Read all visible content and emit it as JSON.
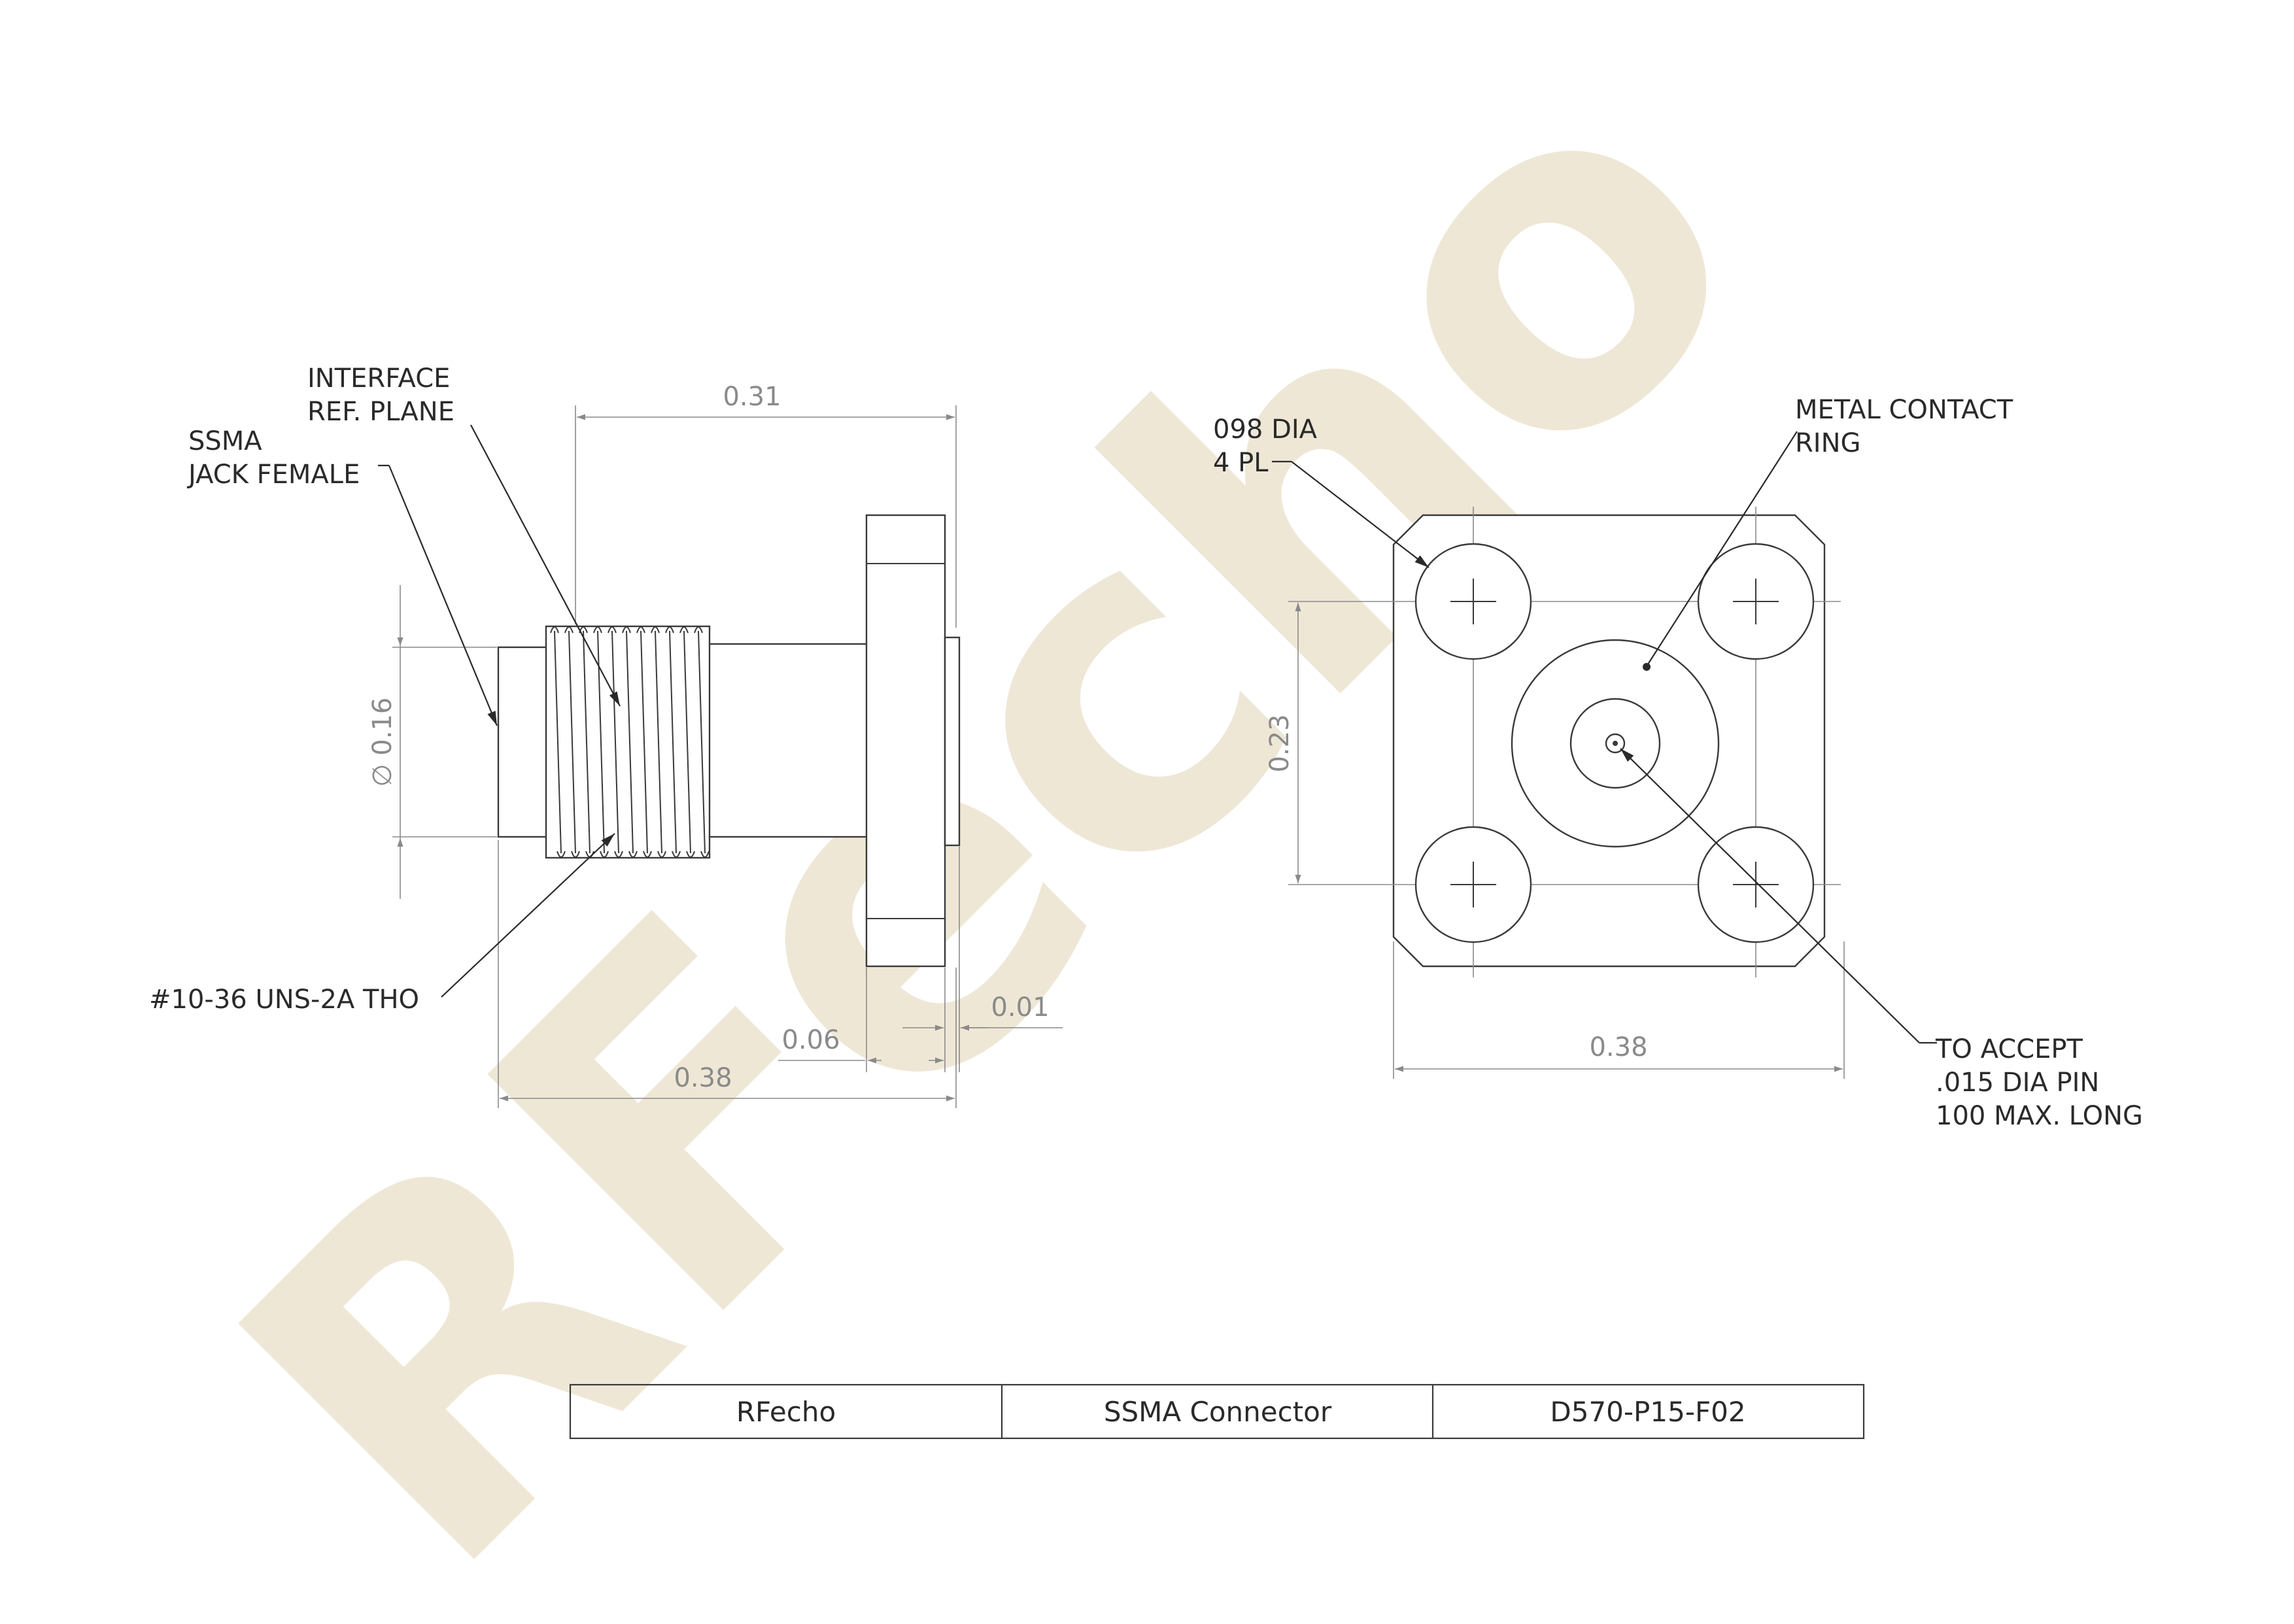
{
  "watermark": {
    "text": "RFecho",
    "color": "#ece3cf"
  },
  "side_view": {
    "labels": {
      "interface_line1": "INTERFACE",
      "interface_line2": "REF. PLANE",
      "ssma_line1": "SSMA",
      "ssma_line2": "JACK FEMALE",
      "thread": "#10-36 UNS-2A THO"
    },
    "dims": {
      "top_length": "0.31",
      "diameter_symbol": "∅",
      "diameter": "0.16",
      "flange_thick": "0.06",
      "step": "0.01",
      "overall_length": "0.38"
    }
  },
  "front_view": {
    "labels": {
      "hole_line1": "098 DIA",
      "hole_line2": "4 PL",
      "ring_line1": "METAL CONTACT",
      "ring_line2": "RING",
      "pin_line1": "TO ACCEPT",
      "pin_line2": ".015 DIA PIN",
      "pin_line3": "100 MAX. LONG"
    },
    "dims": {
      "hole_spacing": "0.23",
      "width": "0.38"
    }
  },
  "title_block": {
    "company": "RFecho",
    "product": "SSMA Connector",
    "part_number": "D570-P15-F02"
  }
}
